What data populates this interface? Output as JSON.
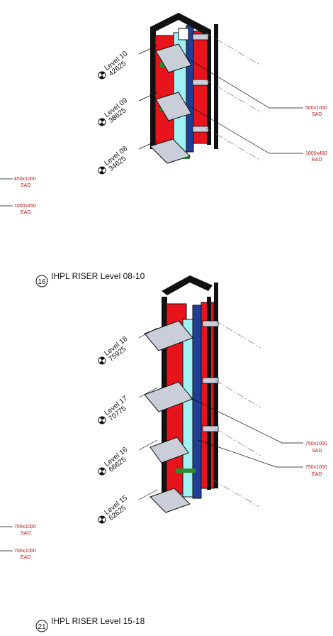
{
  "colors": {
    "duct_red": "#e8141b",
    "shaft_blue": "#1f3f96",
    "pipe_cyan": "#9ff1f3",
    "slab_grey": "#c9ced8",
    "accent_green": "#2e8b2e",
    "annotation_red": "#c41010",
    "ink": "#111111"
  },
  "views": [
    {
      "caption": {
        "number": "16",
        "title": "IHPL RISER Level 08-10"
      },
      "levels": [
        {
          "name": "Level 10",
          "elevation": "42625"
        },
        {
          "name": "Level 09",
          "elevation": "38625"
        },
        {
          "name": "Level 08",
          "elevation": "34625"
        }
      ],
      "right_tags": [
        {
          "size": "500x1000",
          "service": "SAD"
        },
        {
          "size": "1000x450",
          "service": "EAD"
        }
      ],
      "left_tags": [
        {
          "size": "450x1000",
          "service": "SAD"
        },
        {
          "size": "1000x450",
          "service": "EAD"
        }
      ]
    },
    {
      "caption": {
        "number": "21",
        "title": "IHPL RISER Level 15-18"
      },
      "levels": [
        {
          "name": "Level 18",
          "elevation": "75925"
        },
        {
          "name": "Level 17",
          "elevation": "70775"
        },
        {
          "name": "Level 16",
          "elevation": "66625"
        },
        {
          "name": "Level 15",
          "elevation": "62625"
        }
      ],
      "right_tags": [
        {
          "size": "750x1000",
          "service": "SAD"
        },
        {
          "size": "750x1000",
          "service": "EAD"
        }
      ],
      "left_tags": [
        {
          "size": "700x1000",
          "service": "SAD"
        },
        {
          "size": "700x1000",
          "service": "EAD"
        }
      ]
    }
  ]
}
